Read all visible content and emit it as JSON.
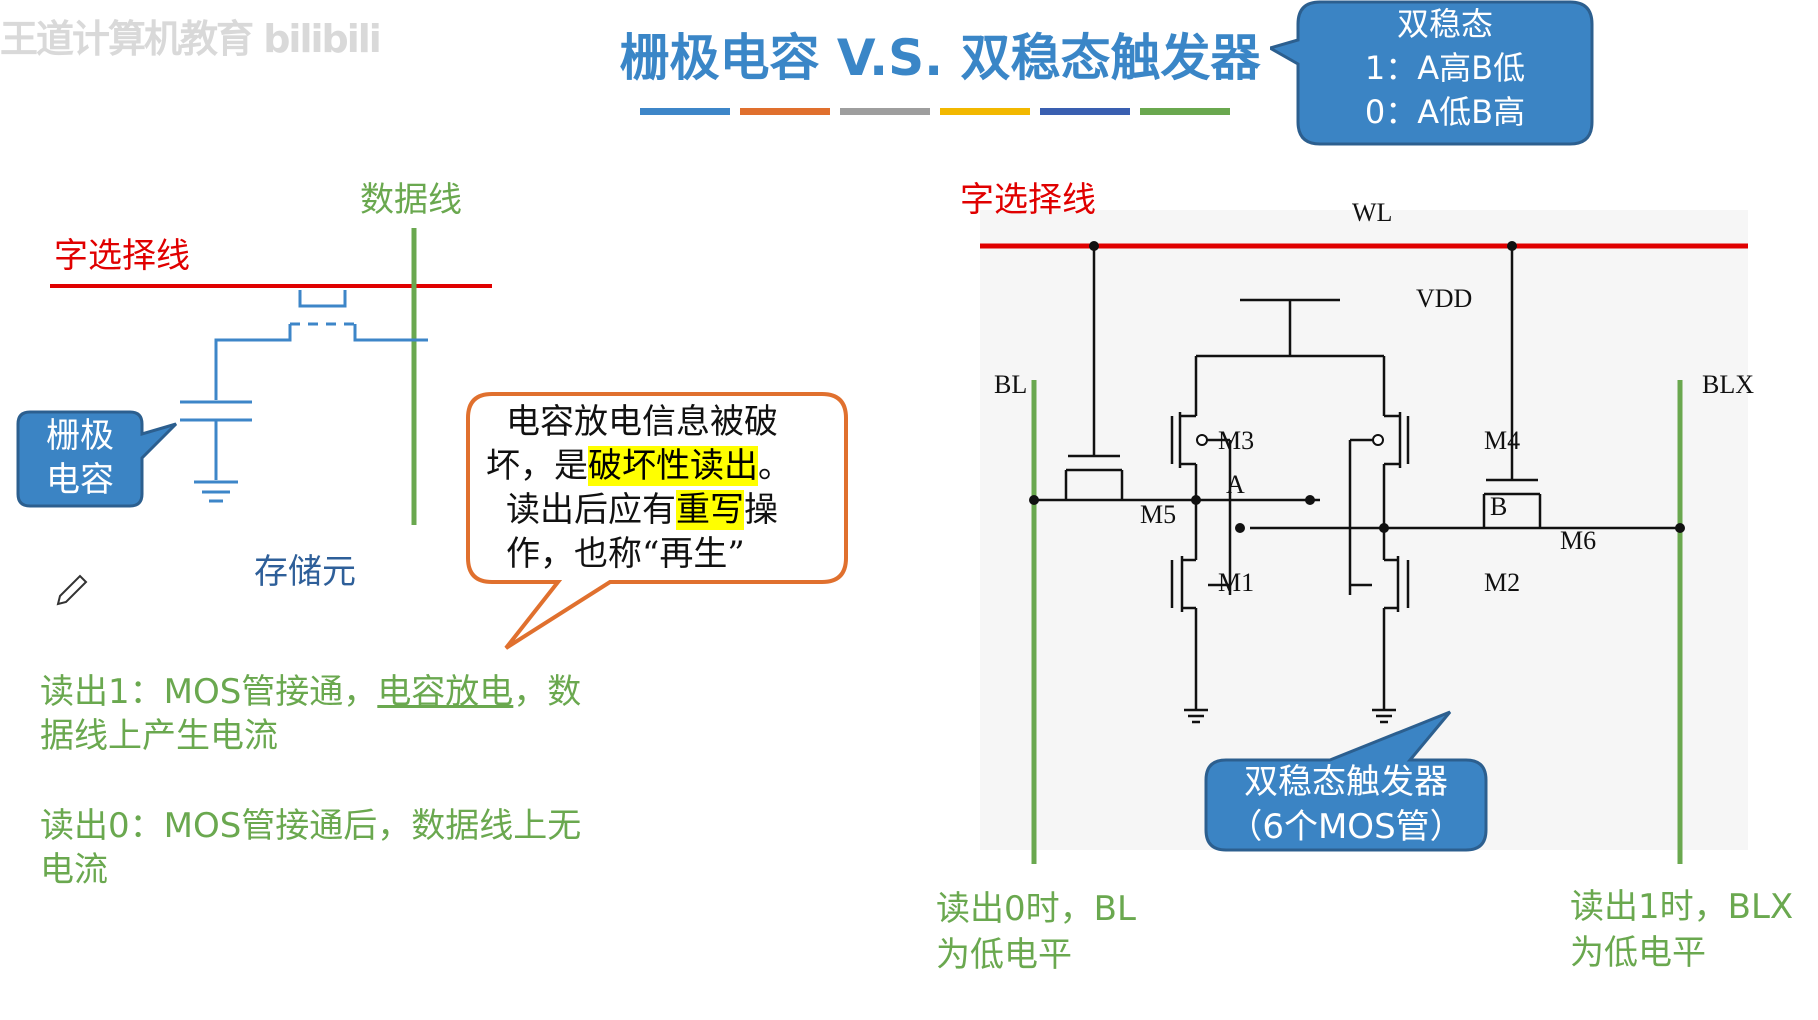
{
  "watermark": "王道计算机教育 bilibili",
  "title": "栅极电容 V.S. 双稳态触发器",
  "title_bar_colors": [
    "#3d86c8",
    "#e0702e",
    "#9e9e9e",
    "#f2b800",
    "#3a5fb0",
    "#6aa84f"
  ],
  "top_callout": {
    "line1": "双稳态",
    "line2": "1：A高B低",
    "line3": "0：A低B高"
  },
  "left": {
    "data_line_label": "数据线",
    "word_line_label": "字选择线",
    "gate_cap_callout": {
      "line1": "栅极",
      "line2": "电容"
    },
    "cell_label": "存储元",
    "bubble": {
      "l1": "电容放电信息被破",
      "l2_pre": "坏，是",
      "l2_hl": "破坏性读出",
      "l2_post": "。",
      "l3_pre": "读出后应有",
      "l3_hl": "重写",
      "l3_post": "操",
      "l4": "作，也称“再生”"
    },
    "read1": {
      "pre": "读出1：MOS管接通，",
      "ul": "电容放电",
      "post": "，数",
      "l2": "据线上产生电流"
    },
    "read0": {
      "l1": "读出0：MOS管接通后，数据线上无",
      "l2": "电流"
    }
  },
  "right": {
    "word_line_label": "字选择线",
    "labels": {
      "wl": "WL",
      "vdd": "VDD",
      "bl": "BL",
      "blx": "BLX",
      "m1": "M1",
      "m2": "M2",
      "m3": "M3",
      "m4": "M4",
      "m5": "M5",
      "m6": "M6",
      "a": "A",
      "b": "B"
    },
    "flipflop_callout": {
      "line1": "双稳态触发器",
      "line2": "（6个MOS管）"
    },
    "bl_note": {
      "l1": "读出0时，BL",
      "l2": "为低电平"
    },
    "blx_note": {
      "l1": "读出1时，BLX",
      "l2": "为低电平"
    }
  }
}
